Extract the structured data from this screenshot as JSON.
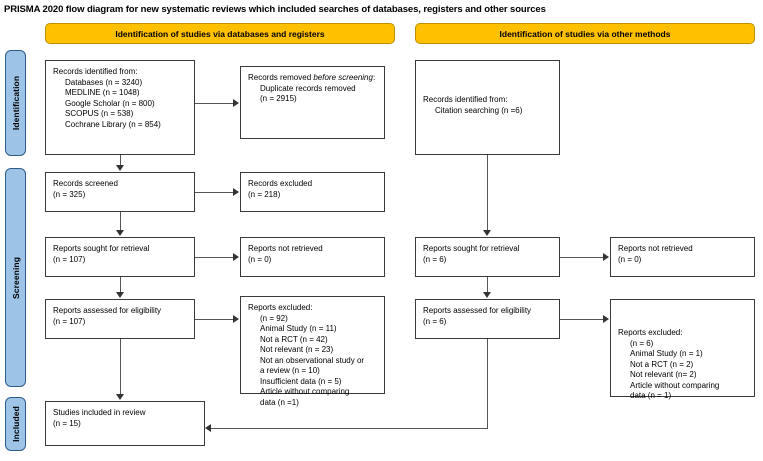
{
  "title": "PRISMA 2020 flow diagram for new systematic reviews which included searches of databases, registers and other sources",
  "stages": [
    {
      "name": "identification",
      "label": "Identification"
    },
    {
      "name": "screening",
      "label": "Screening"
    },
    {
      "name": "included",
      "label": "Included"
    }
  ],
  "headers": {
    "databases": "Identification of studies via databases and registers",
    "other": "Identification of studies via other methods"
  },
  "boxes": {
    "records_identified": {
      "heading": "Records identified from:",
      "items": [
        "Databases (n = 3240)",
        "MEDLINE (n = 1048)",
        "Google Scholar (n = 800)",
        "SCOPUS (n = 538)",
        "Cochrane Library (n = 854)"
      ]
    },
    "records_removed": {
      "heading_plain": "Records removed ",
      "heading_italic": "before screening",
      "heading_tail": ":",
      "items": [
        "Duplicate records removed",
        "(n = 2915)"
      ]
    },
    "citation_searching": {
      "heading": "Records identified from:",
      "items": [
        "Citation searching (n =6)"
      ]
    },
    "records_screened": {
      "heading": "Records screened",
      "count": "(n = 325)"
    },
    "records_excluded": {
      "heading": "Records excluded",
      "count": "(n = 218)"
    },
    "reports_sought": {
      "heading": "Reports sought for retrieval",
      "count": "(n = 107)"
    },
    "reports_not_retrieved": {
      "heading": "Reports not retrieved",
      "count": "(n = 0)"
    },
    "reports_assessed": {
      "heading": "Reports assessed for eligibility",
      "count": "(n = 107)"
    },
    "reports_excluded": {
      "heading": "Reports excluded:",
      "items": [
        "(n = 92)",
        "Animal Study (n = 11)",
        "Not a RCT (n = 42)",
        "Not relevant (n = 23)",
        "Not an observational study or",
        "a review (n = 10)",
        "Insufficient data (n = 5)",
        "Article without comparing",
        "data (n =1)"
      ]
    },
    "reports_sought_2": {
      "heading": "Reports sought for retrieval",
      "count": "(n = 6)"
    },
    "reports_not_retrieved_2": {
      "heading": "Reports not retrieved",
      "count": "(n = 0)"
    },
    "reports_assessed_2": {
      "heading": "Reports assessed for eligibility",
      "count": "(n = 6)"
    },
    "reports_excluded_2": {
      "heading": "Reports excluded:",
      "items": [
        "(n = 6)",
        "Animal Study (n = 1)",
        "Not a RCT (n = 2)",
        "Not relevant (n= 2)",
        "Article without comparing",
        "data (n = 1)"
      ]
    },
    "studies_included": {
      "heading": "Studies included in review",
      "count": "(n = 15)"
    }
  },
  "colors": {
    "stage_tab": "#9DC3E6",
    "stage_tab_border": "#2E5C8A",
    "header_bar": "#FFC000",
    "header_bar_border": "#BF9000",
    "box_border": "#3A3A3A",
    "connector": "#555555"
  }
}
